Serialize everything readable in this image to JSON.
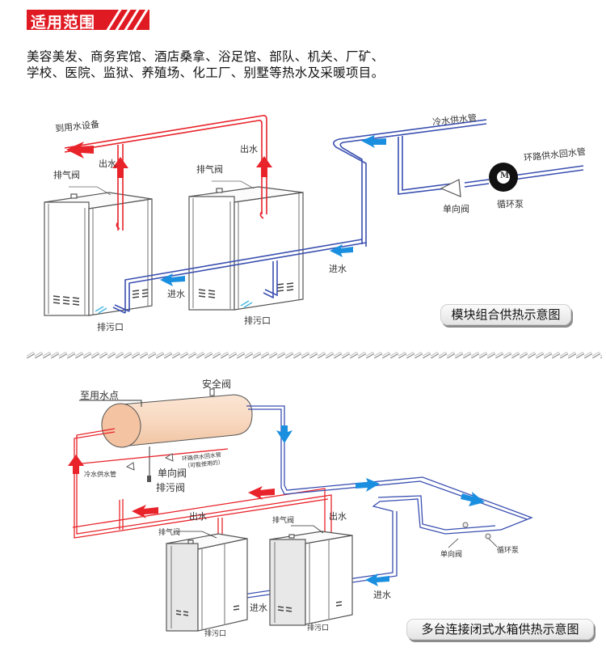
{
  "header": {
    "title": "适用范围",
    "accent_color": "#e01a22"
  },
  "intro": {
    "line1": "美容美发、商务宾馆、酒店桑拿、浴足馆、部队、机关、厂矿、",
    "line2": "学校、医院、监狱、养殖场、化工厂、别墅等热水及采暖项目。"
  },
  "diagram1": {
    "caption": "模块组合供热示意图",
    "labels": {
      "to_equipment": "到用水设备",
      "outlet_left": "出水",
      "outlet_right": "出水",
      "vent_left": "排气阀",
      "vent_right": "排气阀",
      "inlet_right": "进水",
      "inlet_left": "进水",
      "drain_left": "排污口",
      "drain_right": "排污口",
      "cold_supply": "冷水供水管",
      "loop_return": "环路供水回水管",
      "check_valve": "单向阀",
      "pump": "循环泵",
      "pump_symbol": "M"
    }
  },
  "diagram2": {
    "caption": "多台连接闭式水箱供热示意图",
    "labels": {
      "to_use_point": "至用水点",
      "safety_valve": "安全阀",
      "loop_return": "环路供水回水管",
      "loop_return_note": "（可能使用的）",
      "cold_supply": "冷水供水管",
      "check_valve_tank": "单向阀",
      "drain_valve": "排污阀",
      "outlet_left": "出水",
      "outlet_right": "出水",
      "vent_left": "排气阀",
      "vent_right": "排气阀",
      "inlet_left": "进水",
      "inlet_right": "进水",
      "drain_left": "排污口",
      "drain_right": "排污口",
      "check_valve_loop": "单向阀",
      "pump_loop": "循环泵"
    }
  },
  "colors": {
    "hot_pipe": "#e8232a",
    "cold_pipe": "#3a4fb0",
    "cold_arrow": "#1a8fe0",
    "tank": "#f6d6bd"
  }
}
